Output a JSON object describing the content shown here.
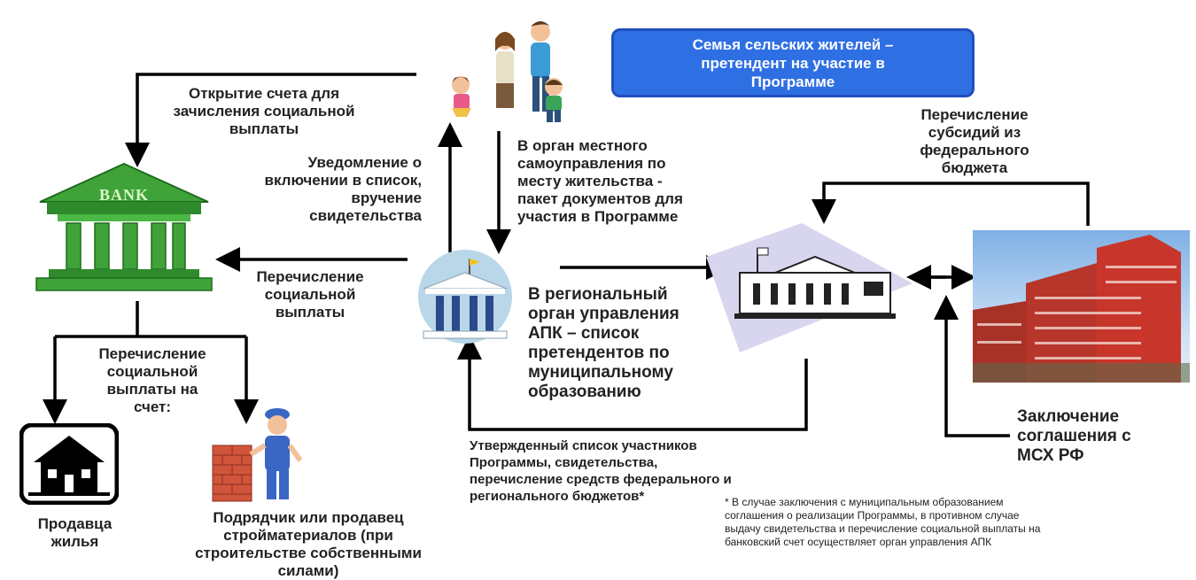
{
  "title_box": "Семья сельских жителей –\nпретендент на участие в\nПрограмме",
  "labels": {
    "open_account": "Открытие счета для\nзачисления социальной\nвыплаты",
    "notification": "Уведомление о\nвключении в список,\nвручение\nсвидетельства",
    "to_local_gov": "В орган местного\nсамоуправления по\nместу жительства -\nпакет документов для\nучастия в Программе",
    "transfer_social": "Перечисление\nсоциальной\nвыплаты",
    "transfer_to_account": "Перечисление\nсоциальной\nвыплаты на\nсчет:",
    "regional_org": "В региональный\nорган управления\nАПК – список\nпретендентов по\nмуниципальному\nобразованию",
    "federal_subsidies": "Перечисление\nсубсидий из\nфедерального\nбюджета",
    "agreement": "Заключение\nсоглашения с\nМСХ РФ",
    "approved_list": "Утвержденный список участников\nПрограммы, свидетельства,\nперечисление средств федерального и\nрегионального бюджетов*",
    "seller": "Продавца\nжилья",
    "contractor": "Подрядчик или продавец\nстройматериалов (при\nстроительстве собственными\nсилами)",
    "bank_sign": "BANK"
  },
  "footnote": "* В случае заключения с муниципальным образованием\nсоглашения о реализации Программы, в противном случае\nвыдачу свидетельства и перечисление социальной выплаты на\nбанковский счет осуществляет орган управления АПК",
  "colors": {
    "title_bg": "#2f6fe4",
    "bank_green": "#3fa33a",
    "building_red": "#c8362b",
    "sky_blue": "#8ab8e8",
    "arrow": "#000000"
  },
  "icons": [
    "family-icon",
    "bank-icon",
    "municipal-building-icon",
    "regional-agency-icon",
    "ministry-building-icon",
    "house-icon",
    "builder-icon"
  ]
}
